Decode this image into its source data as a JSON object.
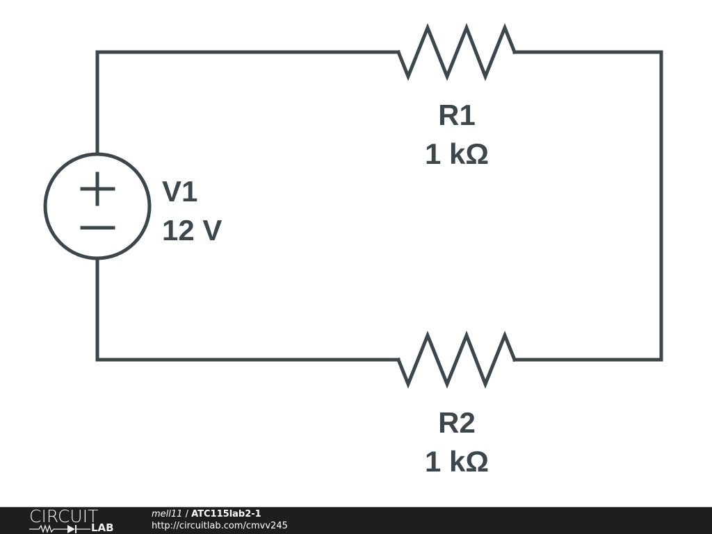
{
  "schematic": {
    "components": [
      {
        "type": "voltage-source",
        "name": "V1",
        "value": "12 V",
        "plus_symbol": "+",
        "minus_symbol": "−"
      },
      {
        "type": "resistor",
        "name": "R1",
        "value": "1 kΩ",
        "position": "top"
      },
      {
        "type": "resistor",
        "name": "R2",
        "value": "1 kΩ",
        "position": "bottom"
      }
    ],
    "stroke_color": "#3d464b"
  },
  "footer": {
    "logo_top": "CIRCUIT",
    "logo_bottom": "LAB",
    "username": "mell11",
    "separator": " / ",
    "project": "ATC115lab2-1",
    "url": "http://circuitlab.com/cmvv245",
    "background": "#1e1e1e"
  }
}
